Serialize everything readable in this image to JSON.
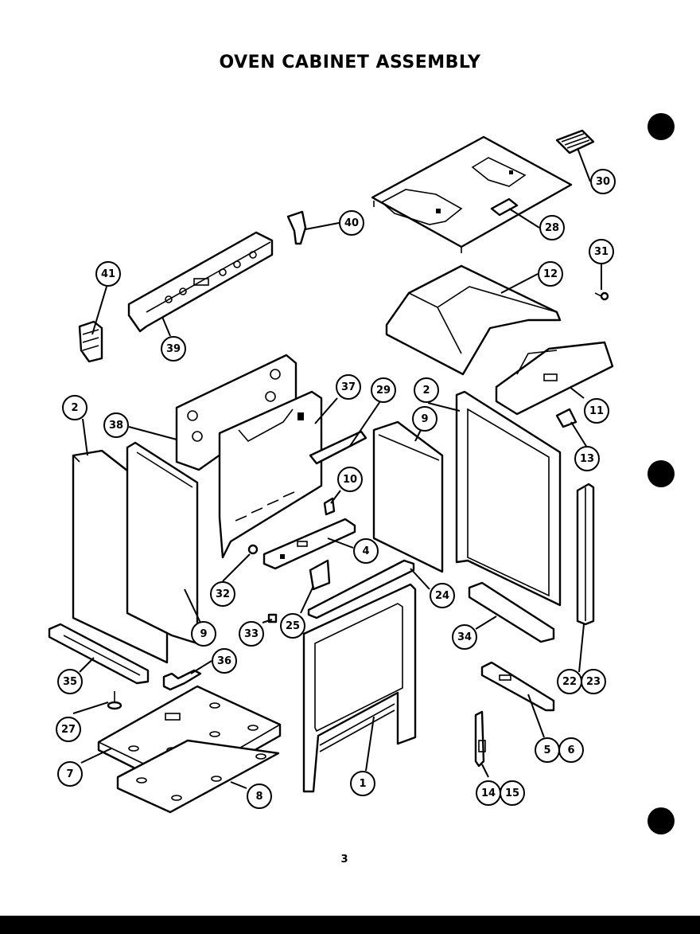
{
  "title": "OVEN CABINET ASSEMBLY",
  "page_number": "3",
  "callouts": [
    {
      "id": "c30",
      "label": "30"
    },
    {
      "id": "c28",
      "label": "28"
    },
    {
      "id": "c40",
      "label": "40"
    },
    {
      "id": "c31",
      "label": "31"
    },
    {
      "id": "c41",
      "label": "41"
    },
    {
      "id": "c12",
      "label": "12"
    },
    {
      "id": "c39",
      "label": "39"
    },
    {
      "id": "c37",
      "label": "37"
    },
    {
      "id": "c29",
      "label": "29"
    },
    {
      "id": "c2a",
      "label": "2"
    },
    {
      "id": "c2b",
      "label": "2"
    },
    {
      "id": "c38",
      "label": "38"
    },
    {
      "id": "c9a",
      "label": "9"
    },
    {
      "id": "c11",
      "label": "11"
    },
    {
      "id": "c13",
      "label": "13"
    },
    {
      "id": "c10",
      "label": "10"
    },
    {
      "id": "c4",
      "label": "4"
    },
    {
      "id": "c32",
      "label": "32"
    },
    {
      "id": "c24",
      "label": "24"
    },
    {
      "id": "c9b",
      "label": "9"
    },
    {
      "id": "c33",
      "label": "33"
    },
    {
      "id": "c25",
      "label": "25"
    },
    {
      "id": "c34",
      "label": "34"
    },
    {
      "id": "c36",
      "label": "36"
    },
    {
      "id": "c35",
      "label": "35"
    },
    {
      "id": "c22",
      "label": "22"
    },
    {
      "id": "c23",
      "label": "23"
    },
    {
      "id": "c27",
      "label": "27"
    },
    {
      "id": "c5",
      "label": "5"
    },
    {
      "id": "c6",
      "label": "6"
    },
    {
      "id": "c7",
      "label": "7"
    },
    {
      "id": "c1",
      "label": "1"
    },
    {
      "id": "c8",
      "label": "8"
    },
    {
      "id": "c14",
      "label": "14"
    },
    {
      "id": "c15",
      "label": "15"
    }
  ]
}
